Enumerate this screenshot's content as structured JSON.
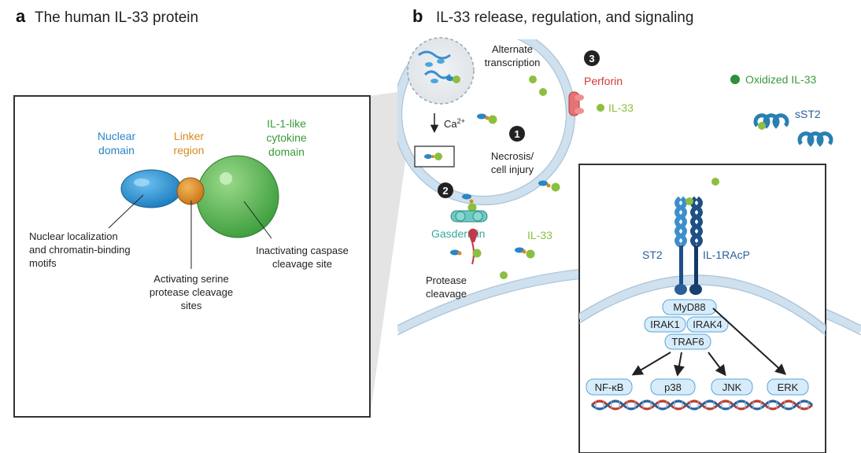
{
  "panel_a": {
    "letter": "a",
    "title": "The human IL-33 protein",
    "nuclear_domain": [
      "Nuclear",
      "domain"
    ],
    "linker_region": [
      "Linker",
      "region"
    ],
    "cytokine_domain": [
      "IL-1-like",
      "cytokine",
      "domain"
    ],
    "nuclear_motifs": [
      "Nuclear localization",
      "and chromatin-binding",
      "motifs"
    ],
    "serine_sites": [
      "Activating serine",
      "protease cleavage",
      "sites"
    ],
    "caspase_site": [
      "Inactivating caspase",
      "cleavage site"
    ]
  },
  "panel_b": {
    "letter": "b",
    "title": "IL-33 release, regulation, and signaling",
    "alternate_transcription": [
      "Alternate",
      "transcription"
    ],
    "calcium": "Ca",
    "calcium_sup": "2+",
    "step1": "1",
    "step2": "2",
    "step3": "3",
    "necrosis": [
      "Necrosis/",
      "cell injury"
    ],
    "perforin": "Perforin",
    "il33_top": "IL-33",
    "il33_bottom": "IL-33",
    "oxidized": "Oxidized IL-33",
    "sst2": "sST2",
    "gasdermin": "Gasdermin",
    "protease": [
      "Protease",
      "cleavage"
    ],
    "st2": "ST2",
    "il1racp": "IL-1RAcP",
    "myd88": "MyD88",
    "irak1": "IRAK1",
    "irak4": "IRAK4",
    "traf6": "TRAF6",
    "targets": [
      "NF-κB",
      "p38",
      "JNK",
      "ERK"
    ]
  },
  "colors": {
    "nuclear_blue": "#2b86c5",
    "linker_orange": "#d98a1e",
    "cytokine_green": "#4fa84a",
    "il33_lightgreen": "#8cbf3f",
    "oxidized_green": "#2f8f3a",
    "perforin_red": "#d23a3a",
    "gasdermin_teal": "#3aa6a0",
    "receptor_navy": "#2a5f9a",
    "membrane_blue": "#cfe0ee",
    "node_fill": "#d7ecfa"
  }
}
